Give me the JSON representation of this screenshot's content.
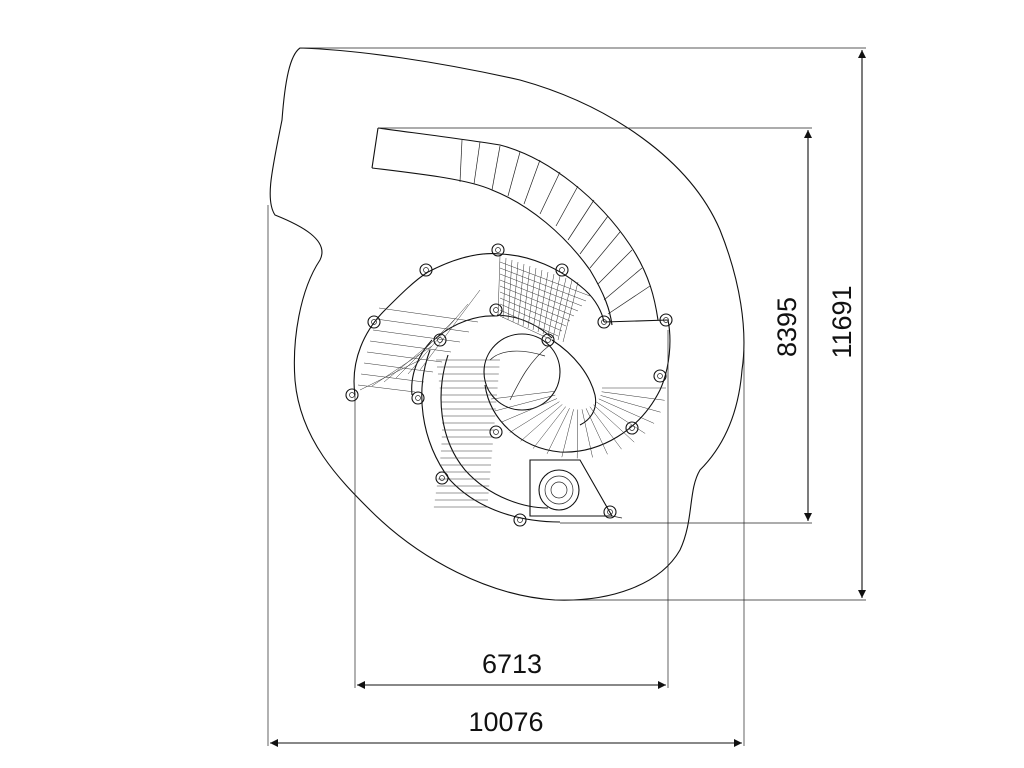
{
  "drawing": {
    "dimensions": {
      "inner_width": "6713",
      "outer_width": "10076",
      "inner_height": "8395",
      "outer_height": "11691"
    },
    "colors": {
      "line": "#111111",
      "background": "#ffffff"
    }
  }
}
